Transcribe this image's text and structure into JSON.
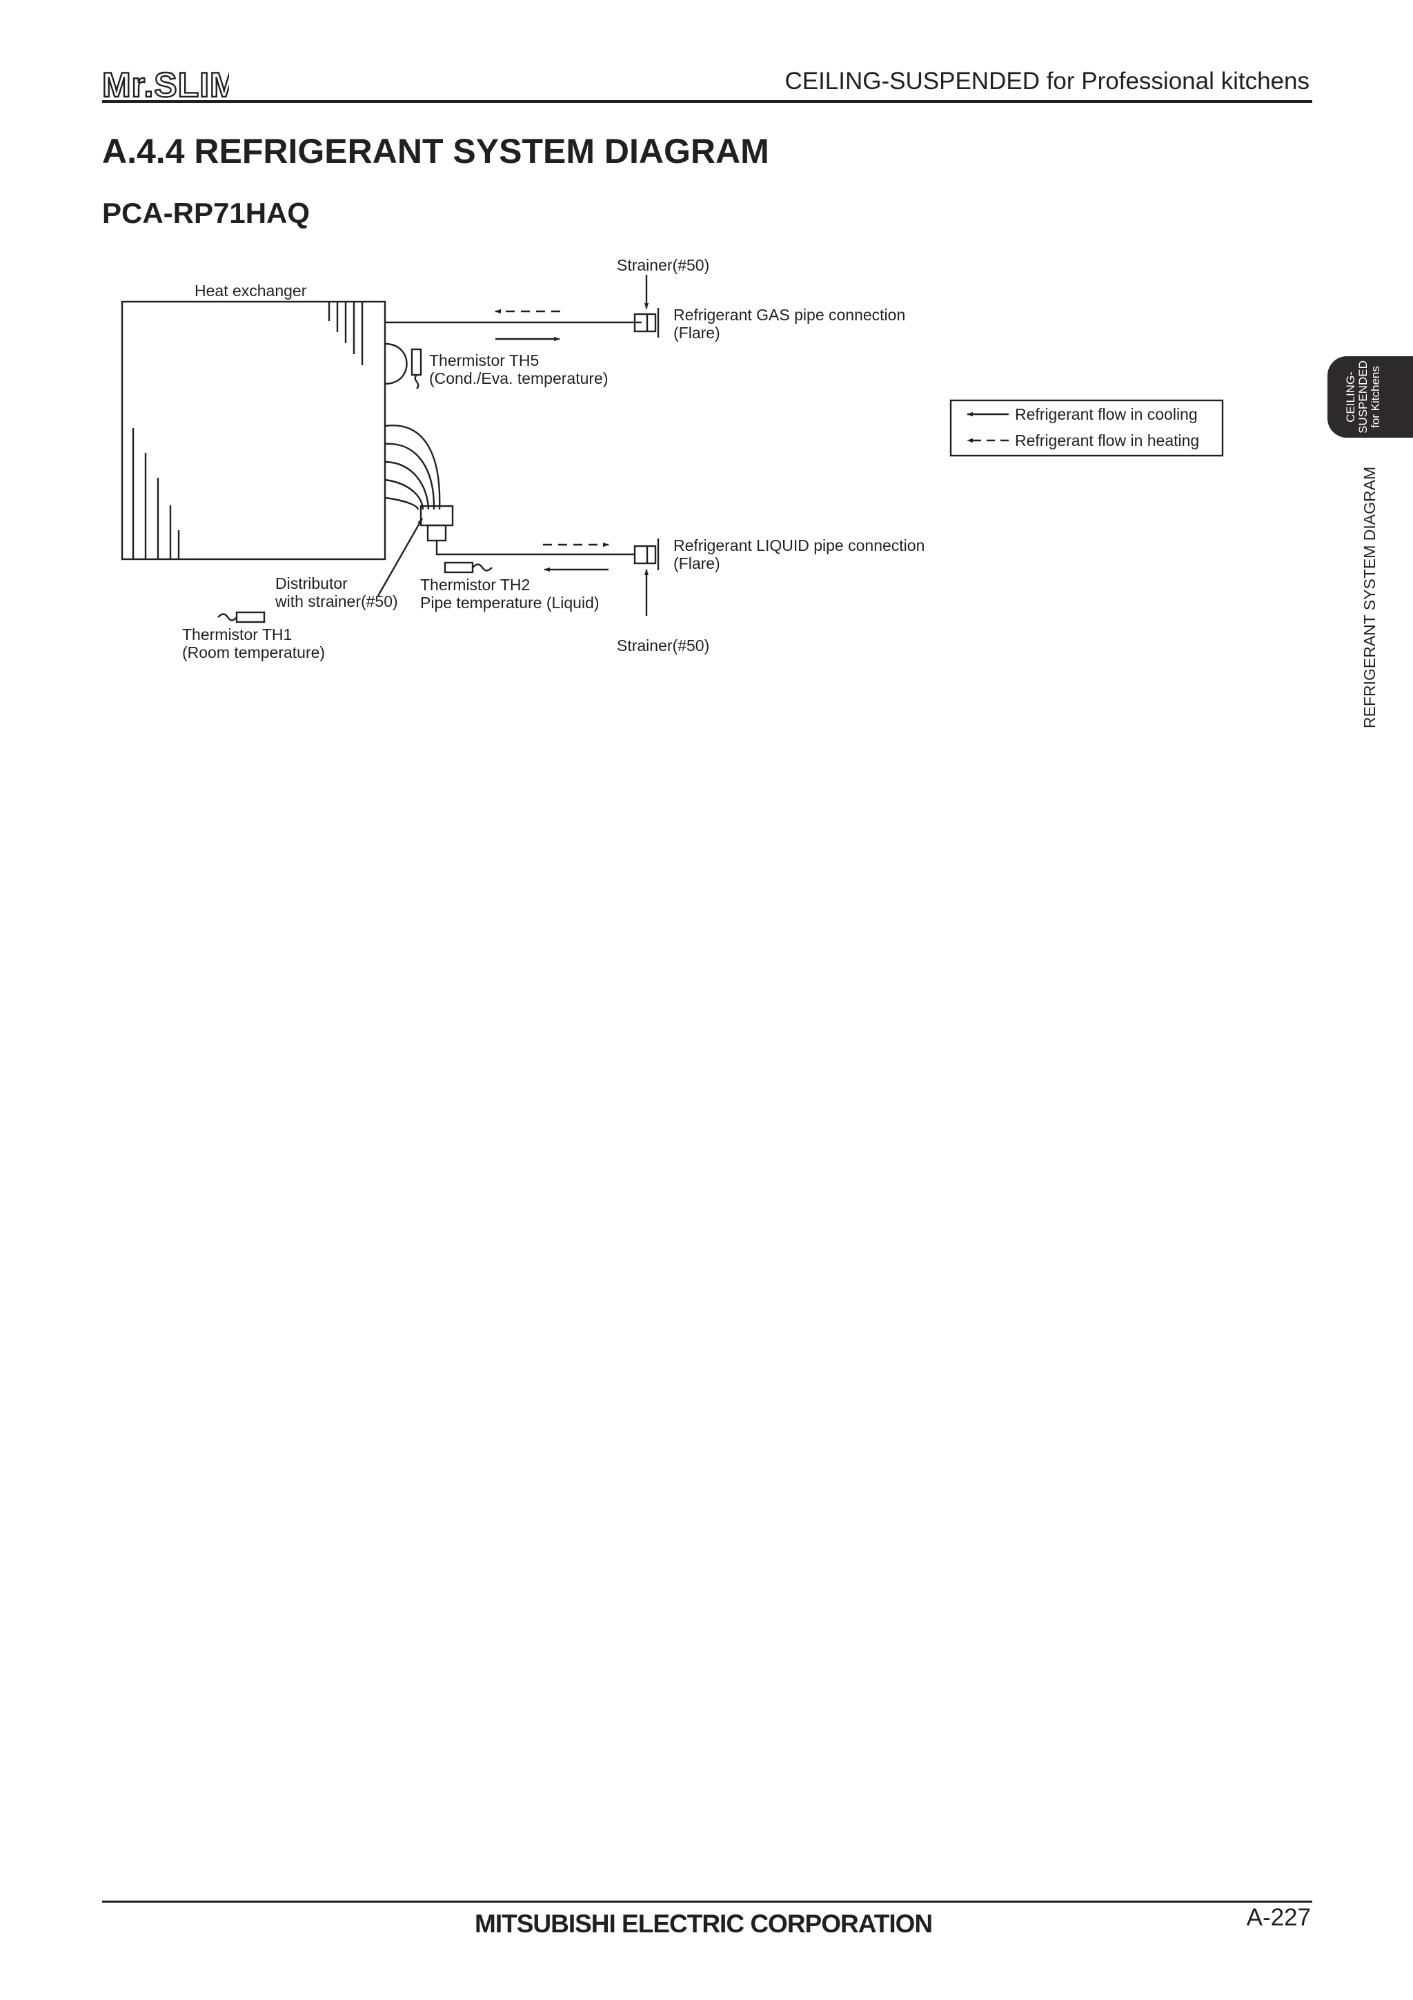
{
  "header": {
    "logo_text": "Mr.SLIM",
    "subtitle": "CEILING-SUSPENDED for Professional kitchens"
  },
  "section_title": "A.4.4 REFRIGERANT SYSTEM DIAGRAM",
  "model": "PCA-RP71HAQ",
  "diagram": {
    "heat_exchanger": "Heat exchanger",
    "strainer_top": "Strainer(#50)",
    "gas_connection_line1": "Refrigerant GAS pipe connection",
    "gas_connection_line2": "(Flare)",
    "th5_line1": "Thermistor TH5",
    "th5_line2": "(Cond./Eva. temperature)",
    "liquid_connection_line1": "Refrigerant LIQUID pipe connection",
    "liquid_connection_line2": "(Flare)",
    "distributor_line1": "Distributor",
    "distributor_line2": "with strainer(#50)",
    "th2_line1": "Thermistor TH2",
    "th2_line2": "Pipe temperature (Liquid)",
    "th1_line1": "Thermistor TH1",
    "th1_line2": "(Room temperature)",
    "strainer_bottom": "Strainer(#50)",
    "legend": {
      "cooling": "Refrigerant flow in cooling",
      "heating": "Refrigerant flow in heating"
    }
  },
  "side_tab": {
    "line1": "CEILING-",
    "line2": "SUSPENDED",
    "line3": "for Kitchens"
  },
  "side_section_label": "REFRIGERANT SYSTEM DIAGRAM",
  "footer": {
    "company": "MITSUBISHI ELECTRIC CORPORATION",
    "page_number": "A-227"
  }
}
